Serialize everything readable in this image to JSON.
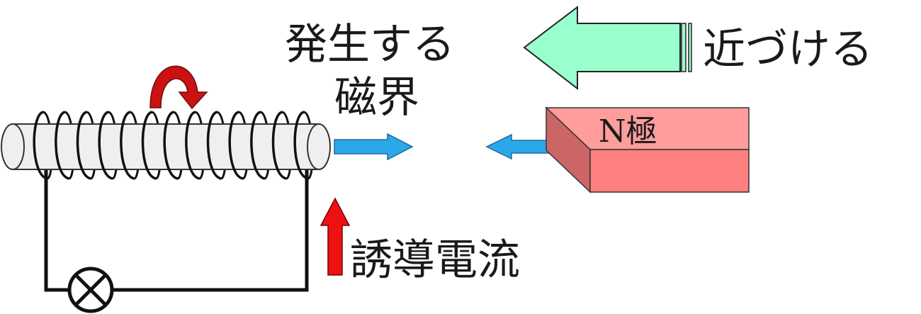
{
  "labels": {
    "generated_field_line1": "発生する",
    "generated_field_line2": "磁界",
    "approach": "近づける",
    "magnet_pole": "N極",
    "induced_current": "誘導電流"
  },
  "colors": {
    "approach_arrow_fill": "#99ffcc",
    "field_arrow_fill": "#2ba8e8",
    "current_arrow_fill": "#ee1111",
    "rotation_arrow_fill": "#cc1111",
    "magnet_front": "#ff8080",
    "magnet_top": "#ff9c9c",
    "magnet_side": "#cc6666",
    "coil_core": "#efefef",
    "wire": "#111111"
  },
  "icons": {
    "lamp": "lamp-cross-icon",
    "rotation": "curved-arrow-icon"
  },
  "coil_turns": 13
}
